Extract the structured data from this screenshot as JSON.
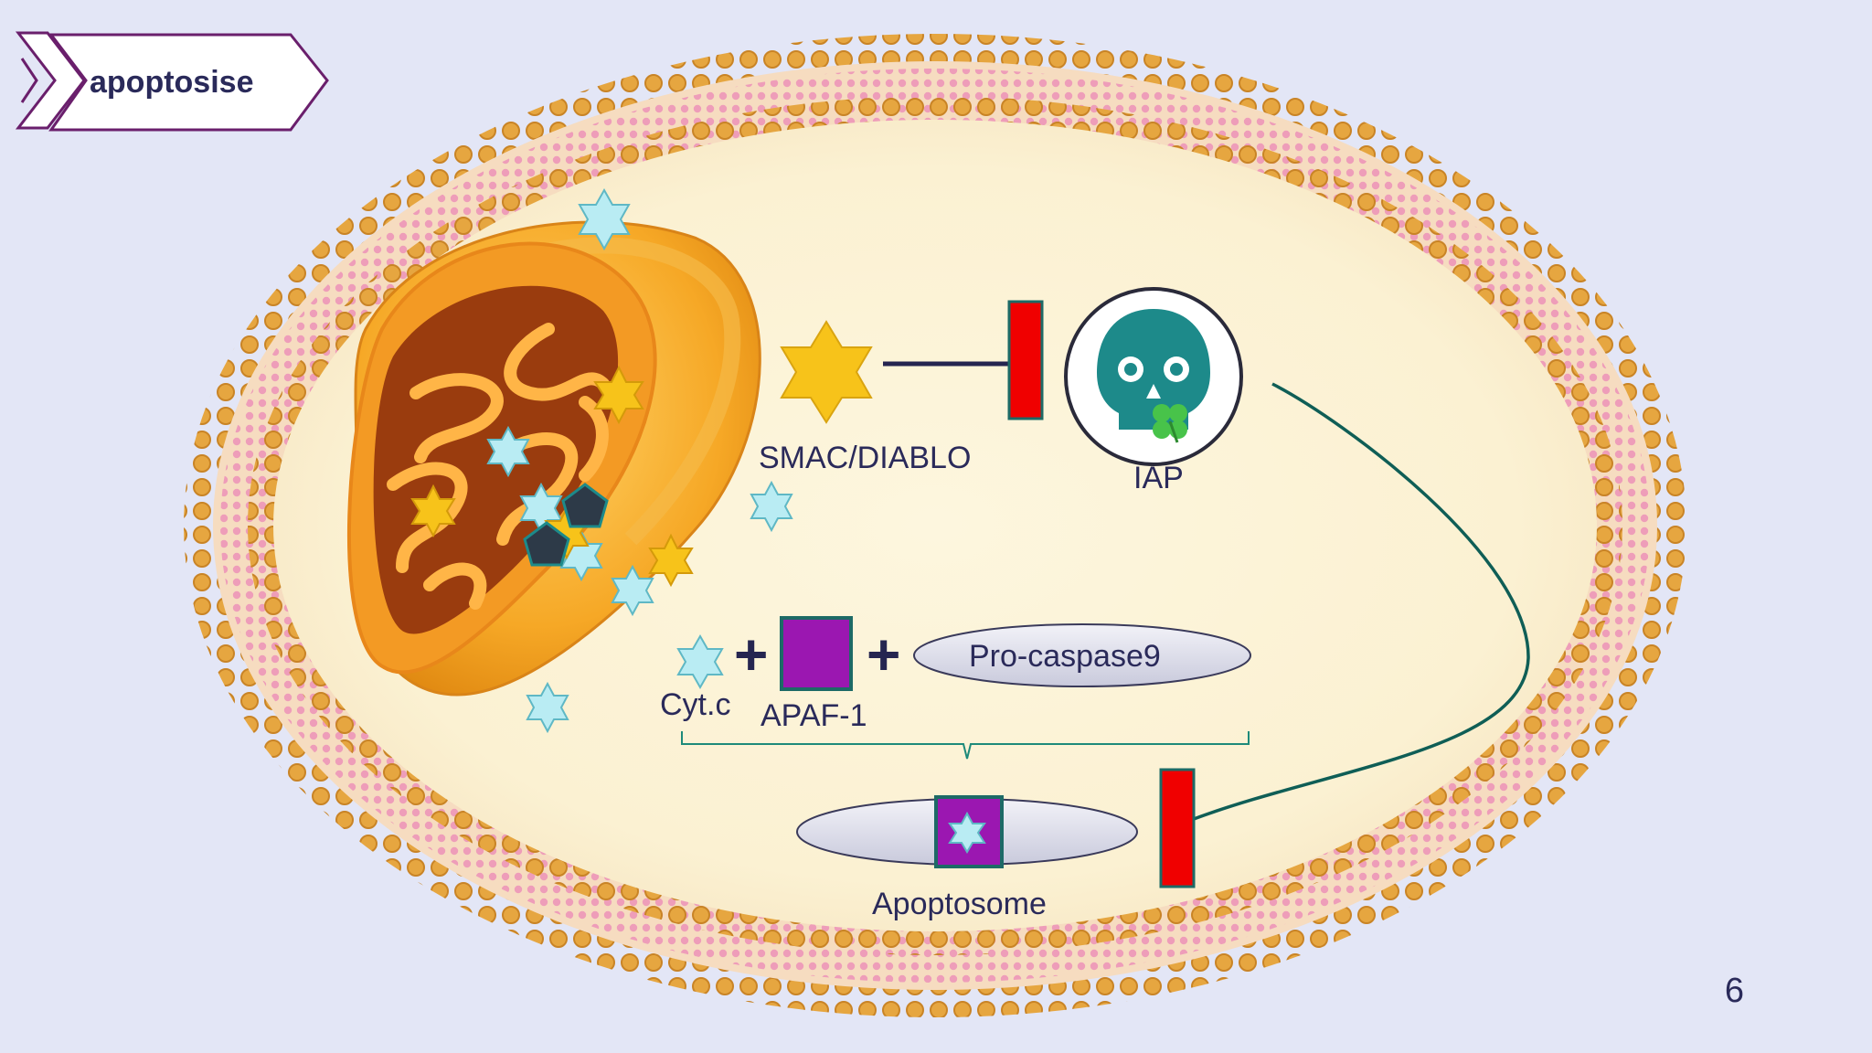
{
  "slide": {
    "title": "apoptosise",
    "page_number": "6"
  },
  "labels": {
    "smac": "SMAC/DIABLO",
    "iap": "IAP",
    "cytc": "Cyt.c",
    "apaf": "APAF-1",
    "procaspase": "Pro-caspase9",
    "apoptosome": "Apoptosome",
    "plus": "+"
  },
  "colors": {
    "background": "#e3e6f6",
    "cytoplasm": "#fbf4d8",
    "membrane_orange": "#e8a63c",
    "membrane_pink": "#e896b4",
    "inhibitor_red": "#f00000",
    "apaf_purple": "#9b17b1",
    "teal_line": "#0f5e56",
    "skull_teal": "#1d8a8a",
    "star_yellow": "#f7c31a",
    "star_cyan": "#b9ecf3"
  },
  "icons": {
    "title_tag": "chevron-tag-icon",
    "iap": "skull-icon",
    "clover": "clover-icon",
    "smac": "yellow-star-icon",
    "cytc": "cyan-star-icon"
  }
}
